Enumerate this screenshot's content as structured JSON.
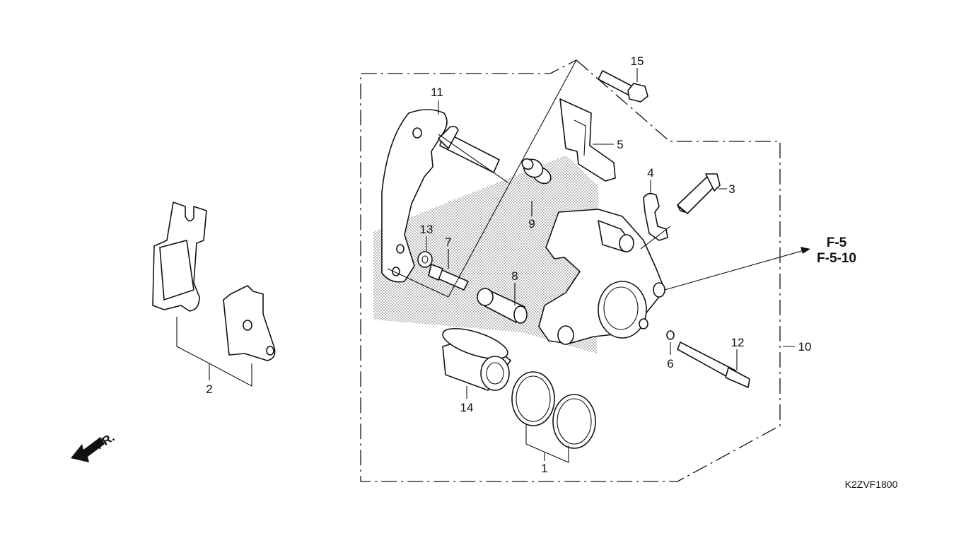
{
  "callouts": {
    "c1": "1",
    "c2": "2",
    "c3": "3",
    "c4": "4",
    "c5": "5",
    "c6": "6",
    "c7": "7",
    "c8": "8",
    "c9": "9",
    "c10": "10",
    "c11": "11",
    "c12": "12",
    "c13": "13",
    "c14": "14",
    "c15": "15"
  },
  "references": {
    "ref_a": "F-5",
    "ref_b": "F-5-10"
  },
  "direction_label": "FR.",
  "diagram_code": "K2ZVF1800"
}
